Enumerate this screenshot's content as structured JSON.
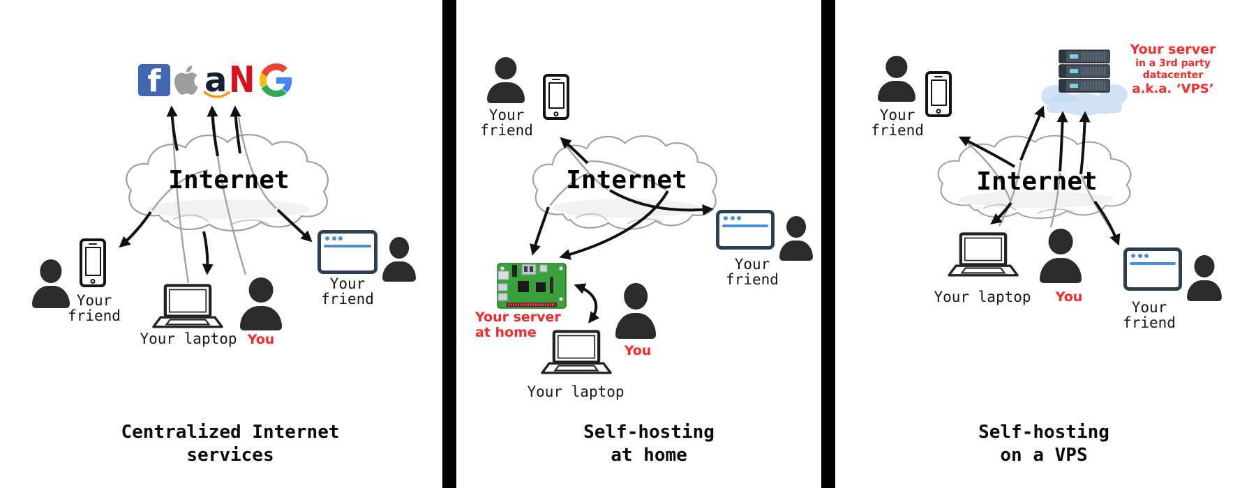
{
  "panels": [
    {
      "title_line1": "Centralized Internet",
      "title_line2": "services",
      "internet_label": "Internet",
      "faang": {
        "facebook_letter": "f",
        "amazon_letter": "a",
        "netflix_letter": "N"
      },
      "left_friend": {
        "line1": "Your",
        "line2": "friend"
      },
      "laptop_label": "Your laptop",
      "you_label": "You",
      "right_friend": {
        "line1": "Your",
        "line2": "friend"
      }
    },
    {
      "title_line1": "Self-hosting",
      "title_line2": "at home",
      "internet_label": "Internet",
      "top_friend": {
        "line1": "Your",
        "line2": "friend"
      },
      "home_server_label": {
        "line1": "Your server",
        "line2": "at home"
      },
      "laptop_label": "Your laptop",
      "you_label": "You",
      "right_friend": {
        "line1": "Your",
        "line2": "friend"
      }
    },
    {
      "title_line1": "Self-hosting",
      "title_line2": "on a VPS",
      "internet_label": "Internet",
      "top_friend": {
        "line1": "Your",
        "line2": "friend"
      },
      "vps_label": {
        "line1": "Your server",
        "line2": "in a 3rd party",
        "line3": "datacenter",
        "line4": "a.k.a. ‘VPS’"
      },
      "laptop_label": "Your laptop",
      "you_label": "You",
      "right_friend": {
        "line1": "Your",
        "line2": "friend"
      }
    }
  ],
  "colors": {
    "accent_red": "#fb2a2a",
    "netflix_red": "#d6121f",
    "facebook_blue": "#4267b2",
    "amazon_orange": "#f79400",
    "browser_blue": "#4a8fd4",
    "browser_frame": "#2c3e50",
    "pi_green": "#3aa23a",
    "divider_black": "#000000"
  }
}
